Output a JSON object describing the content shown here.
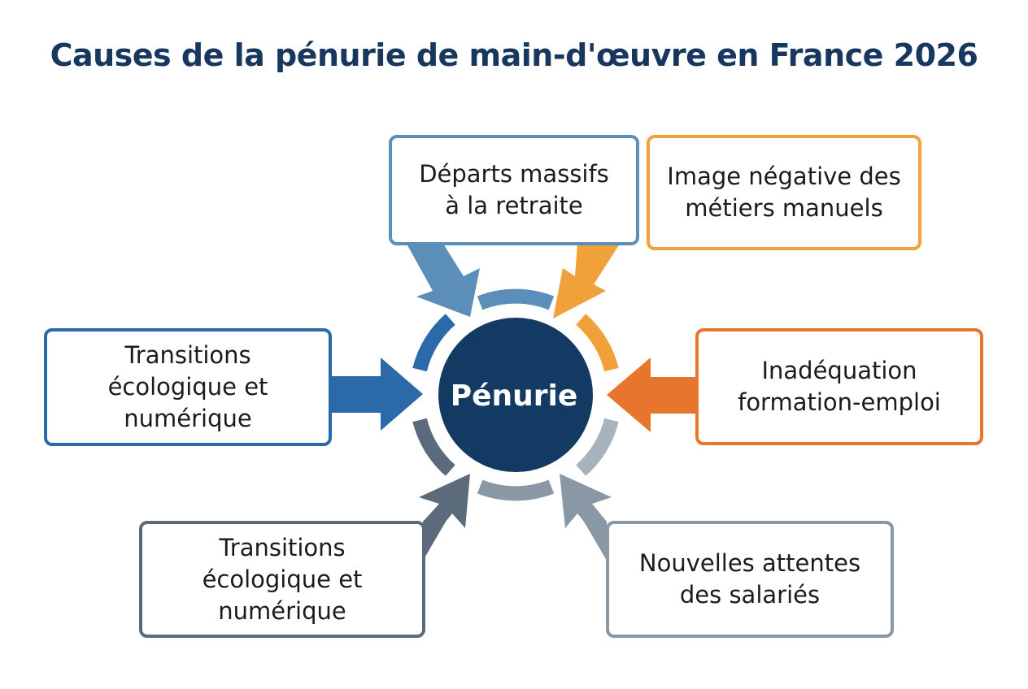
{
  "title": "Causes de la pénurie de main-d'œuvre en France 2026",
  "center": {
    "label": "Pénurie",
    "color": "#123a62"
  },
  "causes": [
    {
      "id": "retraite",
      "lines": [
        "Départs massifs",
        "à la retraite"
      ],
      "color": "#5b8fb9"
    },
    {
      "id": "image",
      "lines": [
        "Image négative des",
        "métiers manuels"
      ],
      "color": "#f0a13a"
    },
    {
      "id": "transitions-left",
      "lines": [
        "Transitions",
        "écologique et",
        "numérique"
      ],
      "color": "#2a6aa8"
    },
    {
      "id": "inadequation",
      "lines": [
        "Inadéquation",
        "formation-emploi"
      ],
      "color": "#e8752e"
    },
    {
      "id": "transitions-bottom",
      "lines": [
        "Transitions",
        "écologique et",
        "numérique"
      ],
      "color": "#5b6b7b"
    },
    {
      "id": "attentes",
      "lines": [
        "Nouvelles attentes",
        "des salariés"
      ],
      "color": "#8a98a5"
    }
  ]
}
